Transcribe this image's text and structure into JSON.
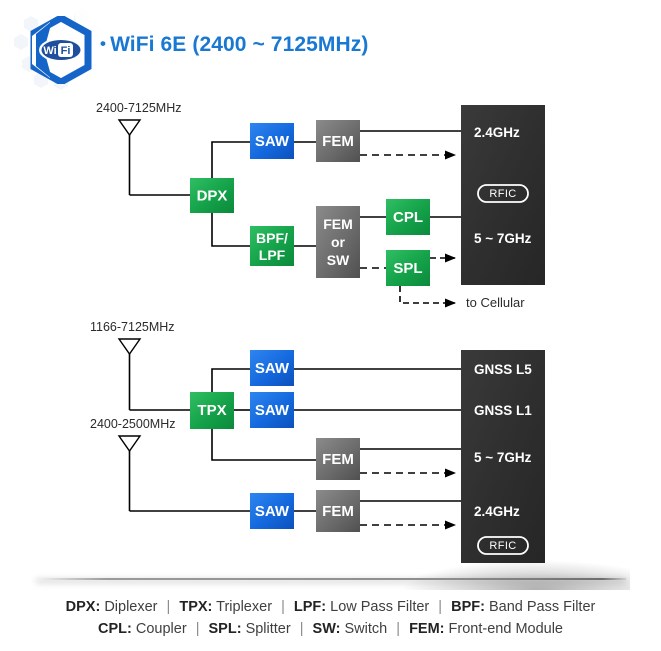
{
  "header": {
    "logo_icon": "wifi-hex-logo-icon",
    "logo_text": "Wi Fi",
    "bullet": "•",
    "title": "WiFi 6E (2400 ~ 7125MHz)",
    "title_color": "#1878d2"
  },
  "colors": {
    "green": "#17a34a",
    "blue": "#1469dd",
    "gray": "#6e6e6e",
    "dark": "#2e2e2e",
    "line": "#000000",
    "title_blue": "#1878d2"
  },
  "diagram": {
    "top_section": {
      "antennas": [
        {
          "name": "antenna-top",
          "label": "2400-7125MHz",
          "icon": "antenna-icon"
        }
      ],
      "blocks": [
        {
          "id": "dpx",
          "label": "DPX",
          "color": "green"
        },
        {
          "id": "saw-1",
          "label": "SAW",
          "color": "blue"
        },
        {
          "id": "fem-1",
          "label": "FEM",
          "color": "gray"
        },
        {
          "id": "bpf-lpf",
          "label_line1": "BPF/",
          "label_line2": "LPF",
          "color": "green"
        },
        {
          "id": "fem-or-sw",
          "label_line1": "FEM",
          "label_line2": "or",
          "label_line3": "SW",
          "color": "gray"
        },
        {
          "id": "cpl",
          "label": "CPL",
          "color": "green"
        },
        {
          "id": "spl",
          "label": "SPL",
          "color": "green"
        }
      ],
      "rfic": {
        "id": "rfic-top",
        "ports": [
          "2.4GHz",
          "5 ~ 7GHz"
        ],
        "pill_label": "RFIC"
      },
      "notes": [
        {
          "id": "to-cellular",
          "text": "to Cellular"
        }
      ]
    },
    "bottom_section": {
      "antennas": [
        {
          "name": "antenna-mid",
          "label": "1166-7125MHz",
          "icon": "antenna-icon"
        },
        {
          "name": "antenna-bottom",
          "label": "2400-2500MHz",
          "icon": "antenna-icon"
        }
      ],
      "blocks": [
        {
          "id": "tpx",
          "label": "TPX",
          "color": "green"
        },
        {
          "id": "saw-2",
          "label": "SAW",
          "color": "blue"
        },
        {
          "id": "saw-3",
          "label": "SAW",
          "color": "blue"
        },
        {
          "id": "fem-2",
          "label": "FEM",
          "color": "gray"
        },
        {
          "id": "saw-4",
          "label": "SAW",
          "color": "blue"
        },
        {
          "id": "fem-3",
          "label": "FEM",
          "color": "gray"
        }
      ],
      "rfic": {
        "id": "rfic-bottom",
        "ports": [
          "GNSS L5",
          "GNSS L1",
          "5 ~ 7GHz",
          "2.4GHz"
        ],
        "pill_label": "RFIC"
      }
    }
  },
  "legend": {
    "separator": "|",
    "row1": [
      {
        "abbr": "DPX:",
        "term": "Diplexer"
      },
      {
        "abbr": "TPX:",
        "term": "Triplexer"
      },
      {
        "abbr": "LPF:",
        "term": "Low Pass Filter"
      },
      {
        "abbr": "BPF:",
        "term": "Band Pass Filter"
      }
    ],
    "row2": [
      {
        "abbr": "CPL:",
        "term": "Coupler"
      },
      {
        "abbr": "SPL:",
        "term": "Splitter"
      },
      {
        "abbr": "SW:",
        "term": "Switch"
      },
      {
        "abbr": "FEM:",
        "term": "Front-end Module"
      }
    ]
  }
}
